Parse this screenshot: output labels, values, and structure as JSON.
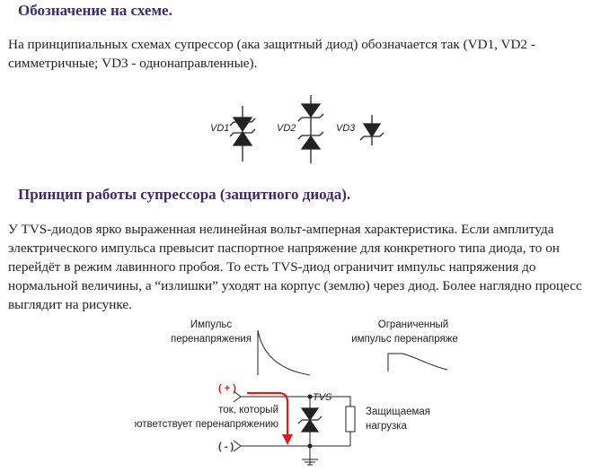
{
  "section1": {
    "title": "Обозначение на схеме.",
    "paragraph": "На принципиальных схемах супрессор (ака защитный диод) обозначается так (VD1, VD2 - симметричные; VD3 - однонаправленные)."
  },
  "symbols": {
    "vd1": "VD1",
    "vd2": "VD2",
    "vd3": "VD3"
  },
  "section2": {
    "title": "Принцип работы супрессора (защитного диода).",
    "paragraph": "У TVS-диодов ярко выраженная нелинейная вольт-амперная характеристика. Если амплитуда электрического импульса превысит паспортное напряжение для конкретного типа диода, то он перейдёт в режим лавинного пробоя. То есть TVS-диод ограничит импульс напряжения до нормальной величины, а “излишки” уходят на корпус (землю) через диод. Более наглядно процесс выглядит на рисунке."
  },
  "circuit": {
    "pulse_label_1": "Импульс",
    "pulse_label_2": "перенапряжения",
    "limited_label_1": "Ограниченный",
    "limited_label_2": "импульс перенапряжения",
    "plus": "( + )",
    "minus": "( - )",
    "current_label_1": "ток, который",
    "current_label_2": "соответствует перенапряжению",
    "tvs": "TVS",
    "load_label_1": "Защищаемая",
    "load_label_2": "нагрузка",
    "colors": {
      "arrow": "#d42020",
      "line": "#222222"
    }
  }
}
